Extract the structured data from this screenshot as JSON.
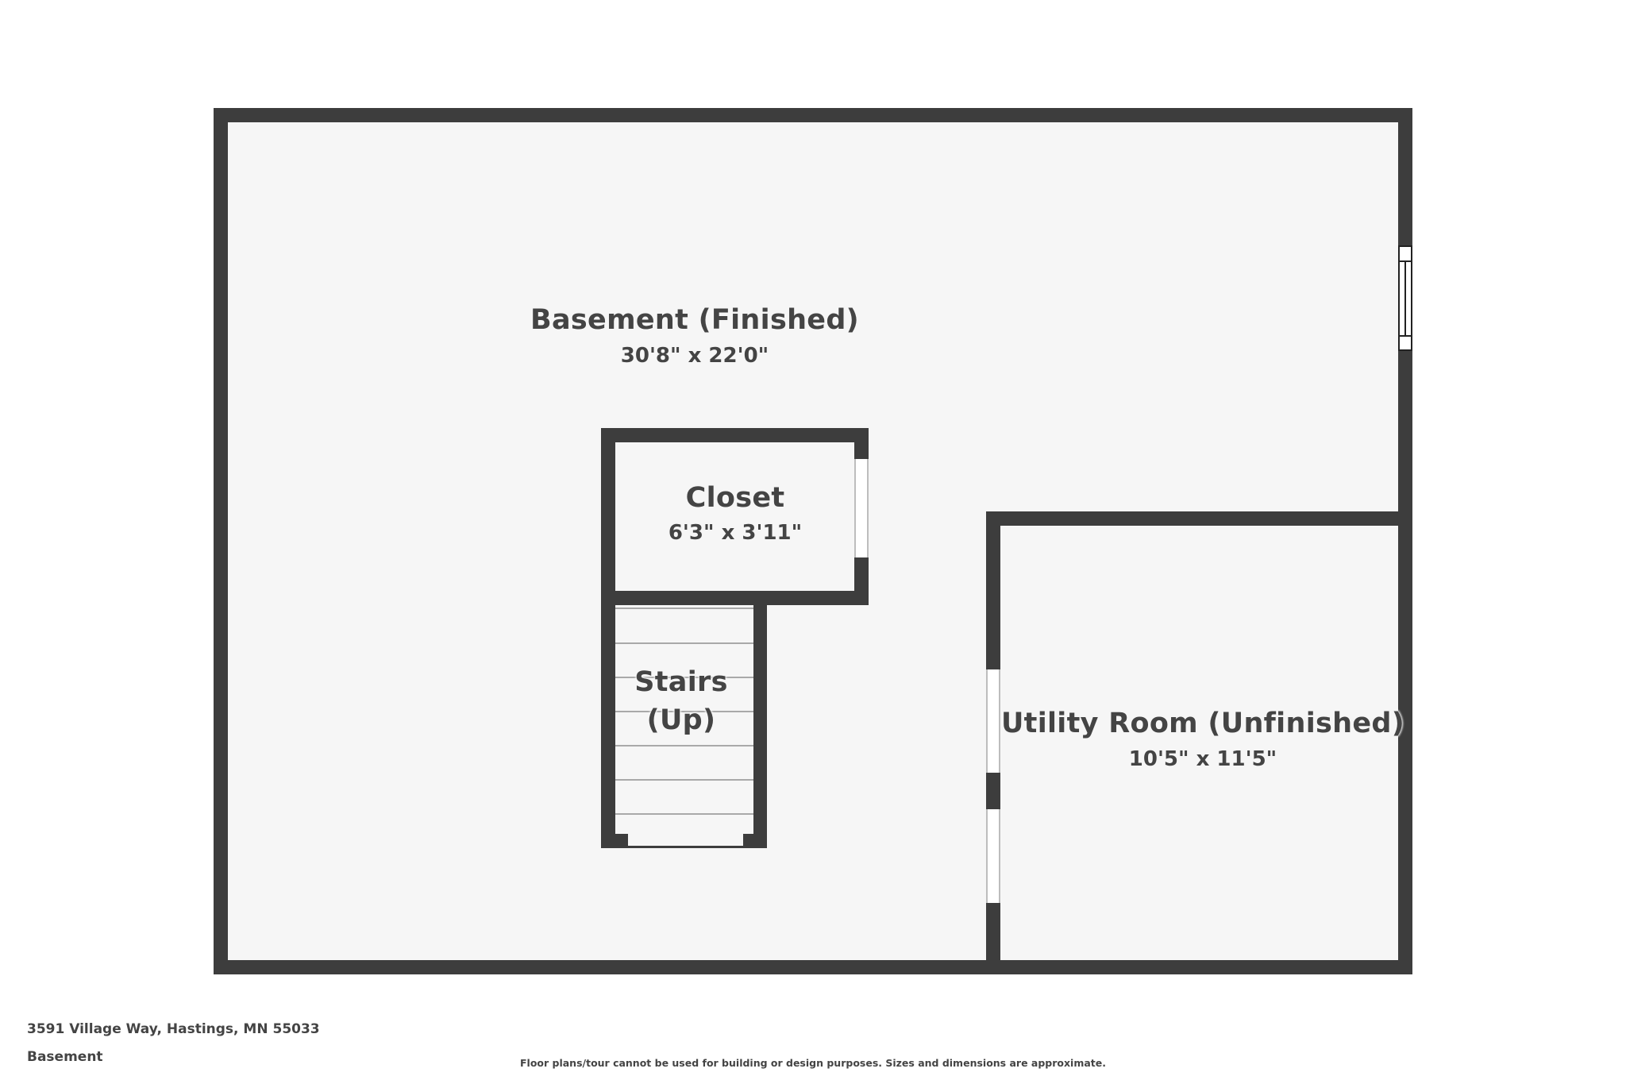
{
  "plan": {
    "floor_name": "Basement",
    "address": "3591 Village Way, Hastings, MN 55033",
    "disclaimer": "Floor plans/tour cannot be used for building or design purposes. Sizes and dimensions are approximate.",
    "colors": {
      "wall": "#3d3d3d",
      "floor": "#f6f6f6",
      "text": "#444444",
      "background": "#ffffff"
    },
    "rooms": [
      {
        "id": "basement",
        "name": "Basement (Finished)",
        "dimensions": "30'8\" x 22'0\""
      },
      {
        "id": "closet",
        "name": "Closet",
        "dimensions": "6'3\" x 3'11\""
      },
      {
        "id": "stairs",
        "name_line1": "Stairs",
        "name_line2": "(Up)"
      },
      {
        "id": "utility",
        "name": "Utility Room (Unfinished)",
        "dimensions": "10'5\" x 11'5\""
      }
    ]
  }
}
